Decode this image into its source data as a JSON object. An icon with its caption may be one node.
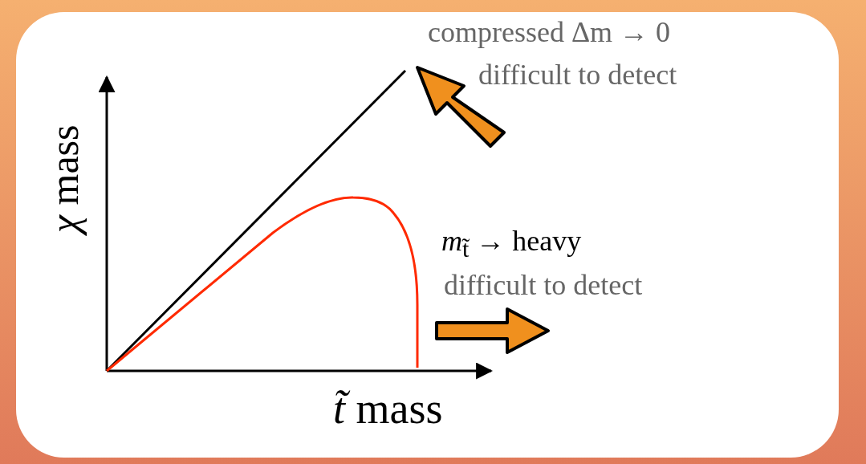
{
  "diagram": {
    "labels": [
      "compressed Δm → 0",
      "difficult to detect",
      "*χ* mass",
      "*m*$_{t̃}$ → heavy",
      "difficult to detect",
      "*t̃* mass"
    ]
  }
}
